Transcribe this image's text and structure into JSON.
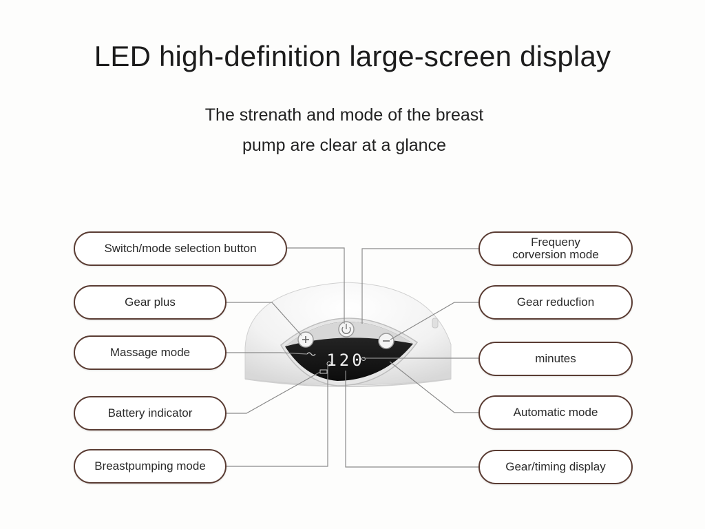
{
  "heading": {
    "title": "LED high-definition large-screen display",
    "subtitle_line1": "The strenath and mode of the breast",
    "subtitle_line2": "pump are clear at a glance"
  },
  "left_callouts": [
    "Switch/mode selection button",
    "Gear plus",
    "Massage mode",
    "Battery indicator",
    "Breastpumping mode"
  ],
  "right_callouts": {
    "frequency_line1": "Frequeny",
    "frequency_line2": "corversion mode",
    "gear_reduction": "Gear reducfion",
    "minutes": "minutes",
    "automatic_mode": "Automatic mode",
    "gear_timing_display": "Gear/timing display"
  },
  "device": {
    "display_reading": "120"
  },
  "colors": {
    "callout_border": "#5a3c33",
    "leader_line": "#8a8a8a",
    "display_panel": "#1c1c1c",
    "display_digits": "#f2f2f2"
  }
}
